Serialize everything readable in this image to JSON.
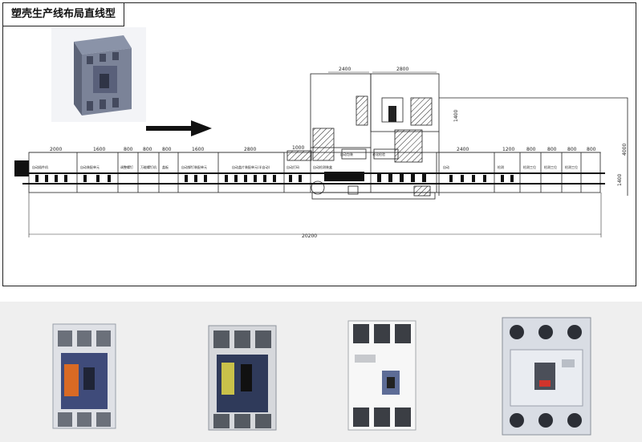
{
  "title": "塑壳生产线布局直线型",
  "dimensions": {
    "top_left": [
      "2000",
      "1600",
      "800",
      "800",
      "800",
      "1600",
      "2800",
      "1000"
    ],
    "top_right": [
      "2400",
      "1200",
      "800",
      "800",
      "800",
      "800"
    ],
    "upper": [
      "2400",
      "2800"
    ],
    "total": "20200",
    "right_vertical": [
      "4000",
      "1400"
    ],
    "inner_vertical": "1400"
  },
  "stations": [
    "自动插件机",
    "自动装配单元",
    "调整螺钉",
    "万能螺钉机",
    "盖板",
    "自动铆钉装配单元",
    "自动盖片装配单元(半自动)",
    "自动打码",
    "自动检测装盒",
    "自动包装",
    "老化检验",
    "自动",
    "检测",
    "检测工位",
    "检测工位",
    "检测工位"
  ]
}
